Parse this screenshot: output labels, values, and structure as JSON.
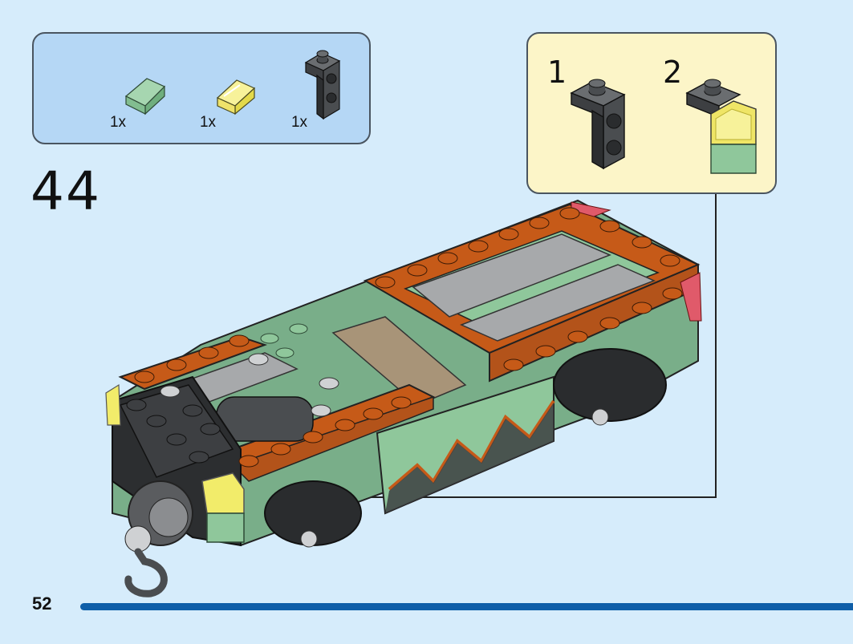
{
  "parts_list": {
    "items": [
      {
        "qty": "1x",
        "icon": "sand-green-slope-brick-icon",
        "color": "#8fc79b"
      },
      {
        "qty": "1x",
        "icon": "trans-yellow-slope-brick-icon",
        "color": "#f2ec6a"
      },
      {
        "qty": "1x",
        "icon": "black-bracket-brick-icon",
        "color": "#4a4d50"
      }
    ]
  },
  "step": {
    "number": "44"
  },
  "callout": {
    "steps": [
      {
        "number": "1",
        "icon": "black-bracket-brick-icon"
      },
      {
        "number": "2",
        "icon": "bracket-with-slopes-icon"
      }
    ]
  },
  "footer": {
    "page_number": "52"
  },
  "colors": {
    "background": "#d6ecfb",
    "parts_box": "#b5d7f5",
    "callout_box": "#fcf5c8",
    "page_bar": "#0e5ea8",
    "orange": "#c65a18",
    "sand_green": "#8fc79b",
    "dark_gray": "#3d3f42",
    "light_gray": "#a7a9ab"
  }
}
